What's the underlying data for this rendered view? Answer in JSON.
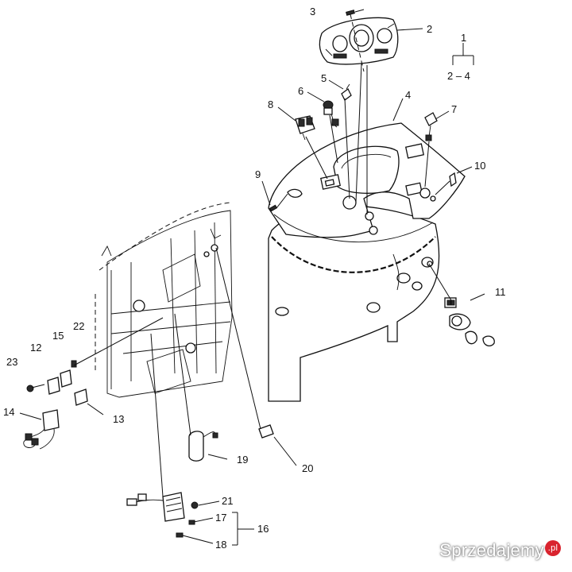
{
  "callouts": {
    "c1": "1",
    "c2": "2",
    "c3": "3",
    "c4": "4",
    "c5": "5",
    "c6": "6",
    "c7": "7",
    "c8": "8",
    "c9": "9",
    "c10": "10",
    "c11": "11",
    "c12": "12",
    "c13": "13",
    "c14": "14",
    "c15": "15",
    "c16": "16",
    "c17": "17",
    "c18": "18",
    "c19": "19",
    "c20": "20",
    "c21": "21",
    "c22": "22",
    "c23": "23"
  },
  "group_range": "2 – 4",
  "watermark": {
    "text": "Sprzedajemy",
    "tld": ".pl"
  },
  "colors": {
    "line": "#111111",
    "accent": "#d9232e"
  }
}
